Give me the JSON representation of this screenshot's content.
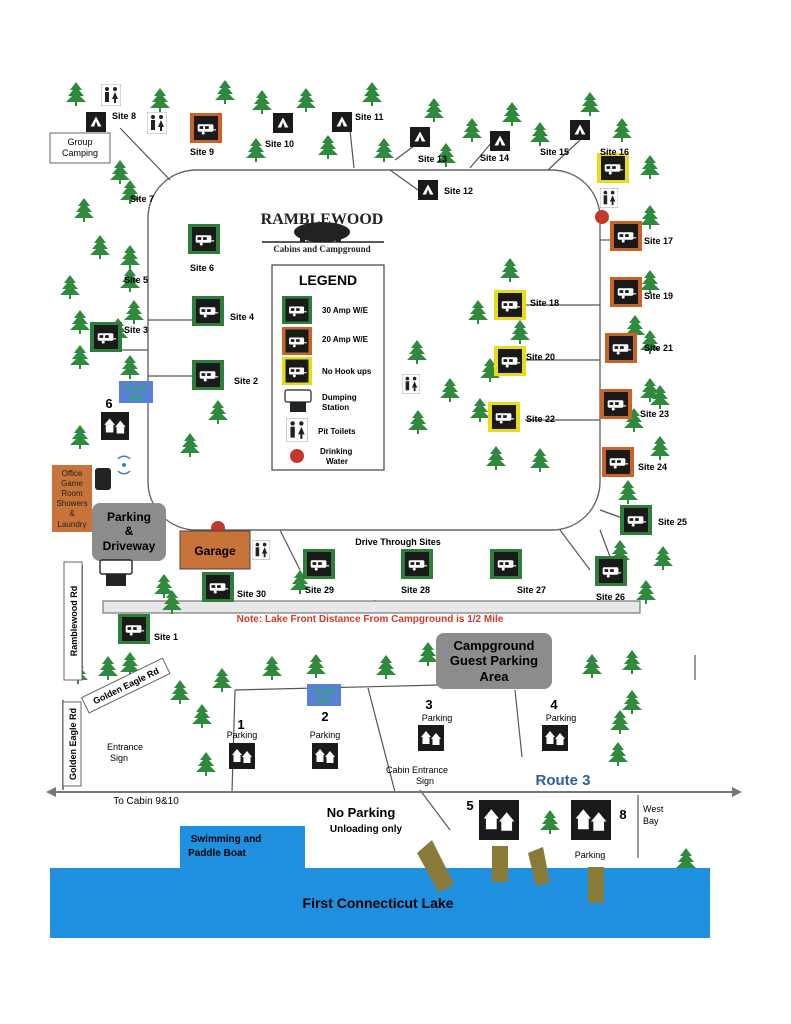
{
  "logo": {
    "name": "RAMBLEWOOD",
    "tagline": "Cabins and Campground"
  },
  "legend": {
    "title": "LEGEND",
    "items": [
      {
        "label": "30 Amp W/E"
      },
      {
        "label": "20 Amp W/E"
      },
      {
        "label": "No Hook ups"
      },
      {
        "label": "Dumping",
        "label2": "Station"
      },
      {
        "label": "Pit Toilets"
      },
      {
        "label": "Drinking",
        "label2": "Water"
      }
    ]
  },
  "colors": {
    "amp30": "#2e7d3a",
    "amp20": "#c8642a",
    "nohookup": "#e8dc1a",
    "water": "#c0392b",
    "lake": "#1f8fe0",
    "tree": "#2f8a3e",
    "dock": "#8a7a3a",
    "office": "#c8733a",
    "garage": "#c8733a",
    "trashbin": "#5a7fd6",
    "trashtext": "#27ae60",
    "parkingbox": "#8c8c8c",
    "note": "#d03a2a",
    "route": "#2a5fa0"
  },
  "sites": [
    {
      "label": "Site 1"
    },
    {
      "label": "Site 2"
    },
    {
      "label": "Site 3"
    },
    {
      "label": "Site 4"
    },
    {
      "label": "Site 5"
    },
    {
      "label": "Site 6"
    },
    {
      "label": "Site 7"
    },
    {
      "label": "Site 8"
    },
    {
      "label": "Site 9"
    },
    {
      "label": "Site 10"
    },
    {
      "label": "Site 11"
    },
    {
      "label": "Site 12"
    },
    {
      "label": "Site 13"
    },
    {
      "label": "Site 14"
    },
    {
      "label": "Site 15"
    },
    {
      "label": "Site 16"
    },
    {
      "label": "Site 17"
    },
    {
      "label": "Site 18"
    },
    {
      "label": "Site 19"
    },
    {
      "label": "Site 20"
    },
    {
      "label": "Site 21"
    },
    {
      "label": "Site 22"
    },
    {
      "label": "Site 23"
    },
    {
      "label": "Site 24"
    },
    {
      "label": "Site 25"
    },
    {
      "label": "Site 26"
    },
    {
      "label": "Site 27"
    },
    {
      "label": "Site 28"
    },
    {
      "label": "Site 29"
    },
    {
      "label": "Site 30"
    }
  ],
  "labels": {
    "group_camping": [
      "Group",
      "Camping"
    ],
    "office": [
      "Office",
      "Game",
      "Room",
      "Showers",
      "&",
      "Laundry"
    ],
    "parking_driveway": [
      "Parking",
      "&",
      "Driveway"
    ],
    "garage": "Garage",
    "drive_through": "Drive Through Sites",
    "note": "Note: Lake Front Distance From Campground is 1/2 Mile",
    "guest_parking": [
      "Campground",
      "Guest Parking",
      "Area"
    ],
    "trash_bin": [
      "Trash",
      "Bin"
    ],
    "ramblewood_rd": "Ramblewood Rd",
    "golden_eagle_rd": "Golden Eagle Rd",
    "entrance_sign": [
      "Entrance",
      "Sign"
    ],
    "cabin_entrance_sign": [
      "Cabin Entrance",
      "Sign"
    ],
    "parking": "Parking",
    "route3": "Route 3",
    "to_cabin": "To Cabin 9&10",
    "west_bay": [
      "West",
      "Bay"
    ],
    "no_parking": "No Parking",
    "unloading_only": "Unloading only",
    "swimming": [
      "Swimming and",
      "Paddle Boat"
    ],
    "lake": "First Connecticut Lake",
    "cabin6": "6",
    "cabin1": "1",
    "cabin2": "2",
    "cabin3": "3",
    "cabin4": "4",
    "cabin5": "5",
    "cabin8": "8"
  }
}
